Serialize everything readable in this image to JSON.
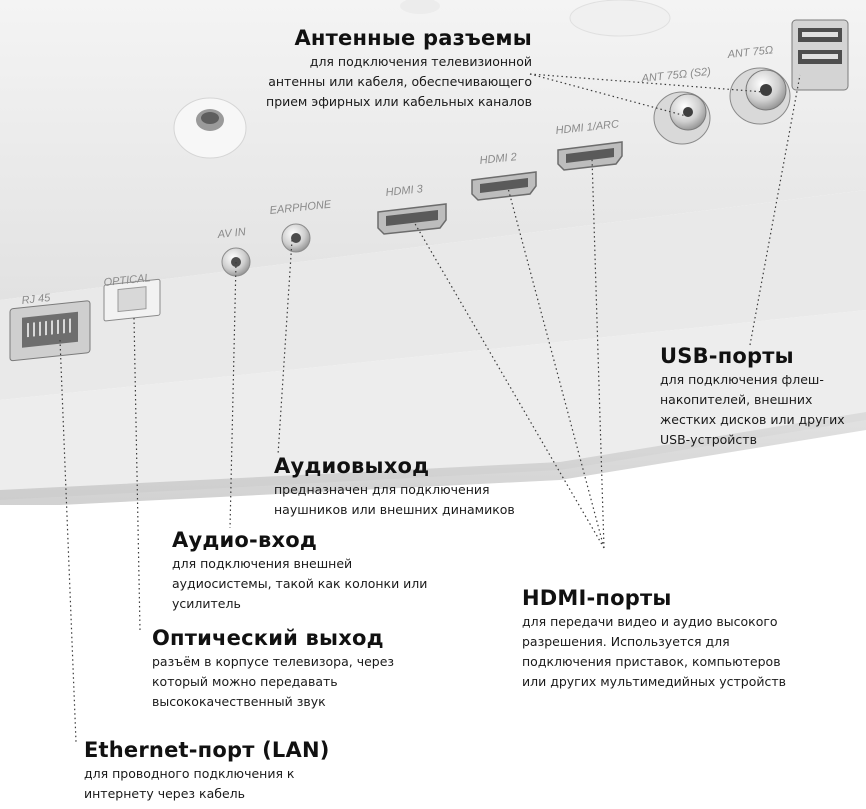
{
  "port_labels": {
    "rj45": "RJ 45",
    "optical": "OPTICAL",
    "av_in": "AV IN",
    "earphone": "EARPHONE",
    "hdmi3": "HDMI 3",
    "hdmi2": "HDMI 2",
    "hdmi1": "HDMI 1/ARC",
    "ant_s2": "ANT 75Ω (S2)",
    "ant": "ANT 75Ω"
  },
  "callouts": {
    "antenna": {
      "title": "Антенные разъемы",
      "lines": [
        "для подключения телевизионной",
        "антенны или кабеля, обеспечивающего",
        "прием эфирных или кабельных каналов"
      ]
    },
    "usb": {
      "title": "USB-порты",
      "lines": [
        "для подключения флеш-",
        "накопителей, внешних",
        "жестких дисков или других",
        "USB-устройств"
      ]
    },
    "audio_out": {
      "title": "Аудиовыход",
      "lines": [
        "предназначен для подключения",
        "наушников или внешних динамиков"
      ]
    },
    "audio_in": {
      "title": "Аудио-вход",
      "lines": [
        "для подключения внешней",
        "аудиосистемы, такой как колонки или",
        "усилитель"
      ]
    },
    "optical": {
      "title": "Оптический выход",
      "lines": [
        "разъём в корпусе телевизора, через",
        "который можно передавать",
        "высококачественный звук"
      ]
    },
    "hdmi": {
      "title": "HDMI-порты",
      "lines": [
        "для передачи видео и аудио высокого",
        "разрешения. Используется для",
        "подключения приставок, компьютеров",
        "или других мультимедийных устройств"
      ]
    },
    "ethernet": {
      "title": "Ethernet-порт (LAN)",
      "lines": [
        "для проводного подключения к",
        "интернету через кабель"
      ]
    }
  }
}
